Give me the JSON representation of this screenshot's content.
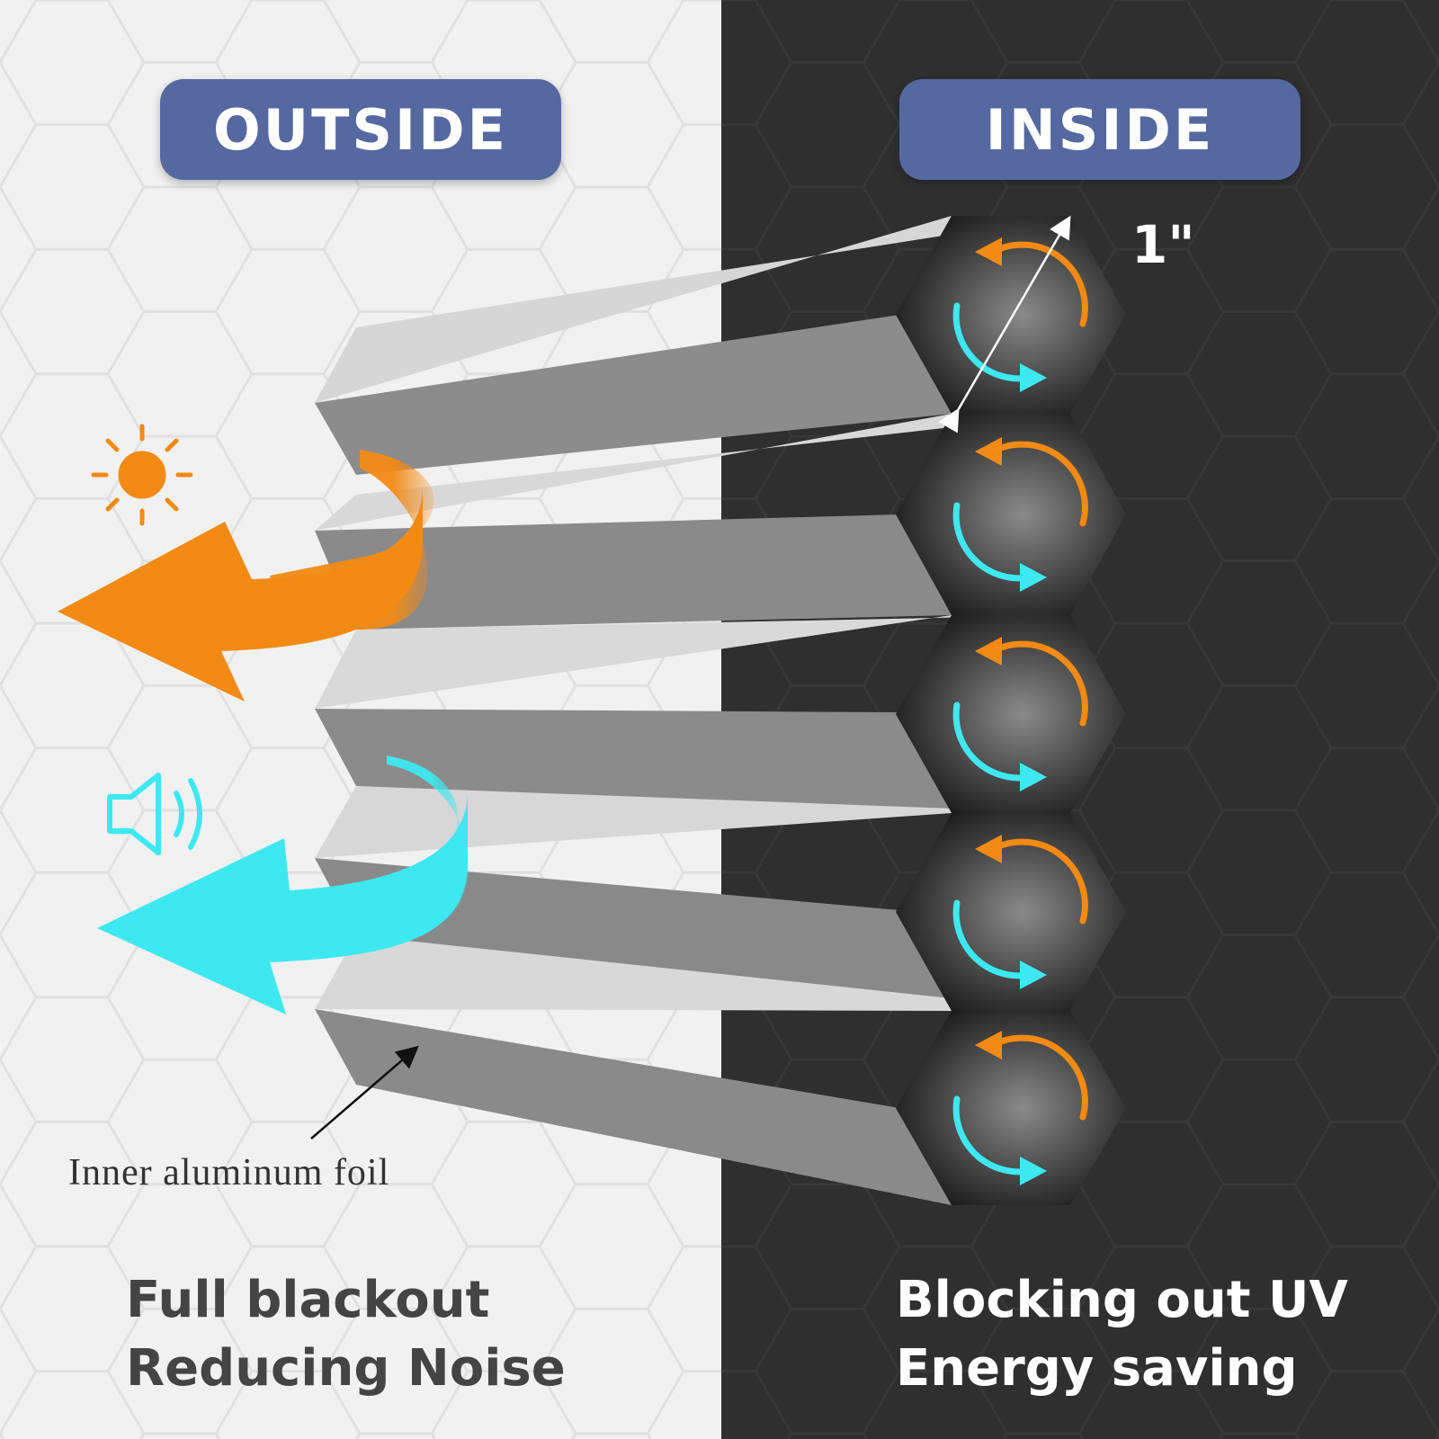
{
  "labels": {
    "outside": "OUTSIDE",
    "inside": "INSIDE",
    "dimension": "1\"",
    "foil": "Inner aluminum foil"
  },
  "captions": {
    "left": [
      "Full blackout",
      "Reducing Noise"
    ],
    "right": [
      "Blocking out UV",
      "Energy saving"
    ]
  },
  "colors": {
    "badge": "#5568a0",
    "outside_bg": "#f1f1f1",
    "inside_bg": "#2f2f2f",
    "heat": "#f38a14",
    "sound": "#3ee8f0",
    "cell_top": "#d9d9d9",
    "cell_bottom": "#8a8a8a",
    "caption_left_text": "#444444",
    "caption_right_text": "#ffffff"
  },
  "icons": {
    "heat": "sun-icon",
    "sound": "speaker-icon"
  }
}
